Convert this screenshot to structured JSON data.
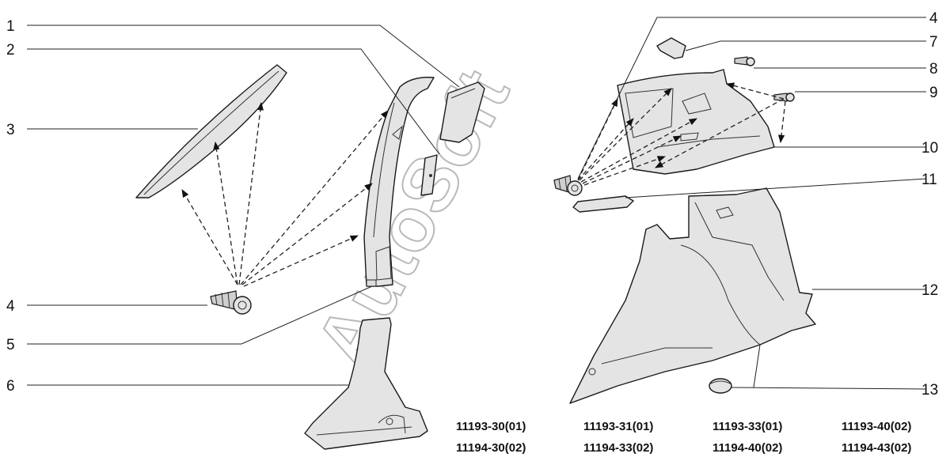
{
  "watermark": "AutoSoft",
  "callouts": [
    "1",
    "2",
    "3",
    "4",
    "5",
    "6",
    "4",
    "7",
    "8",
    "9",
    "10",
    "11",
    "12",
    "13"
  ],
  "codes": {
    "col1": [
      "11193-30(01)",
      "11194-30(02)"
    ],
    "col2": [
      "11193-31(01)",
      "11194-33(02)"
    ],
    "col3": [
      "11193-33(01)",
      "11194-40(02)"
    ],
    "col4": [
      "11193-40(02)",
      "11194-43(02)"
    ]
  }
}
